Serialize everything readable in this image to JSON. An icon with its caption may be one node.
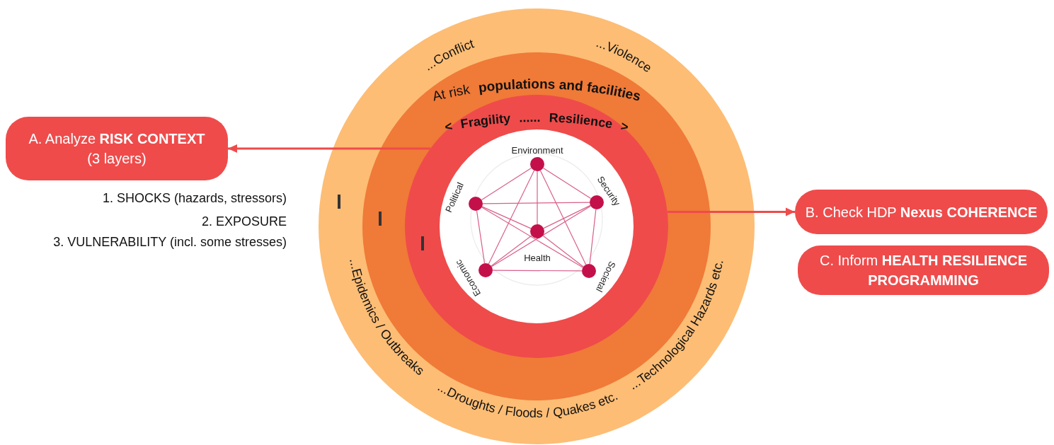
{
  "diagram": {
    "nodes": [
      {
        "text": [],
        "shape": "circle"
      },
      {
        "text": [],
        "shape": "circle",
        "in": 0
      },
      {
        "text": [],
        "shape": "circle",
        "in": 1
      },
      {
        "text": [],
        "shape": "circle",
        "in": 2
      },
      {
        "text": [
          "Environment"
        ],
        "in": 3
      },
      {
        "text": [
          "Political"
        ],
        "in": 3
      },
      {
        "text": [
          "Security"
        ],
        "in": 3
      },
      {
        "text": [
          "Health"
        ],
        "in": 3
      },
      {
        "text": [
          "Economic"
        ],
        "in": 3
      },
      {
        "text": [
          "Societal"
        ],
        "in": 3
      },
      {
        "text": [
          "A. Analyze **RISK CONTEXT**",
          "(3 layers)"
        ]
      },
      {
        "text": [
          "B. Check HDP **Nexus COHERENCE**"
        ]
      },
      {
        "text": [
          "C. Inform **HEALTH RESILIENCE PROGRAMMING**"
        ]
      }
    ],
    "edges": [
      {
        "from": 2,
        "to": 10,
        "arrow": "to",
        "color": "#ef4b4b"
      },
      {
        "from": 2,
        "to": 11,
        "arrow": "to",
        "color": "#ef4b4b"
      },
      {
        "from": 4,
        "to": 6,
        "arrow": "none"
      },
      {
        "from": 6,
        "to": 9,
        "arrow": "none"
      },
      {
        "from": 9,
        "to": 8,
        "arrow": "none"
      },
      {
        "from": 8,
        "to": 5,
        "arrow": "none"
      },
      {
        "from": 5,
        "to": 4,
        "arrow": "none"
      },
      {
        "from": 4,
        "to": 9,
        "arrow": "none"
      },
      {
        "from": 4,
        "to": 8,
        "arrow": "none"
      },
      {
        "from": 6,
        "to": 8,
        "arrow": "none"
      },
      {
        "from": 6,
        "to": 5,
        "arrow": "none"
      },
      {
        "from": 5,
        "to": 9,
        "arrow": "none"
      },
      {
        "from": 7,
        "to": 4,
        "arrow": "none"
      },
      {
        "from": 7,
        "to": 5,
        "arrow": "none"
      },
      {
        "from": 7,
        "to": 6,
        "arrow": "none"
      },
      {
        "from": 7,
        "to": 8,
        "arrow": "none"
      },
      {
        "from": 7,
        "to": 9,
        "arrow": "none"
      }
    ],
    "labels": [
      "...Conflict",
      "...Violence",
      "At risk **populations and facilities**",
      "< **Fragility** ...... **Resilience** >",
      "1. SHOCKS (hazards, stressors)",
      "2. EXPOSURE",
      "3. VULNERABILITY (incl. some stresses)",
      "...Epidemics / Outbreaks",
      "...Droughts / Floods / Quakes etc.",
      "...Technological Hazards etc."
    ]
  }
}
